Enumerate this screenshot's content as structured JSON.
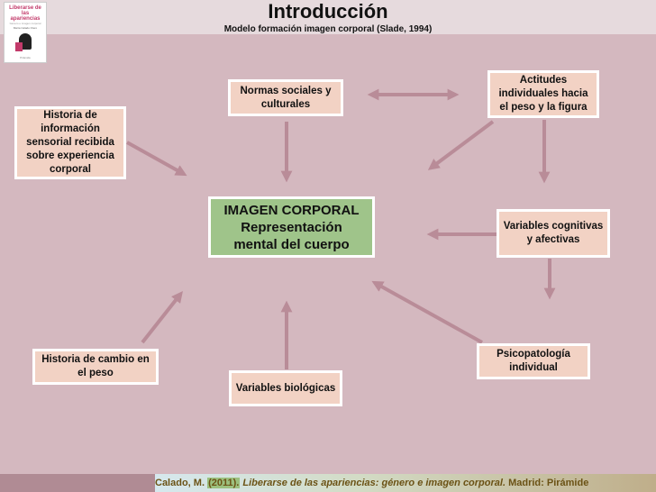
{
  "header": {
    "title": "Introducción",
    "subtitle": "Modelo formación imagen corporal (Slade, 1994)"
  },
  "book_cover": {
    "title": "Liberarse de las apariencias",
    "subtitle": "Género e imagen corporal",
    "author": "Marta Calado Otero",
    "publisher": "Pirámide"
  },
  "diagram": {
    "center": {
      "line1": "IMAGEN CORPORAL",
      "line2": "Representación",
      "line3": "mental del cuerpo"
    },
    "nodes": {
      "historia_sensorial": "Historia de información sensorial recibida sobre experiencia corporal",
      "normas_sociales": "Normas sociales y culturales",
      "actitudes": "Actitudes individuales hacia el peso y la figura",
      "variables_cognitivas": "Variables cognitivas y afectivas",
      "psicopatologia": "Psicopatología individual",
      "variables_biologicas": "Variables biológicas",
      "historia_peso": "Historia de cambio en el peso"
    },
    "arrow_color": "#b98c98",
    "node_color": "#f2d2c4",
    "center_color": "#9fc48a"
  },
  "footer": {
    "author": "Calado, M.",
    "year": "(2011).",
    "book": "Liberarse de las apariencias: género e imagen corporal.",
    "publisher": "Madrid: Pirámide"
  }
}
